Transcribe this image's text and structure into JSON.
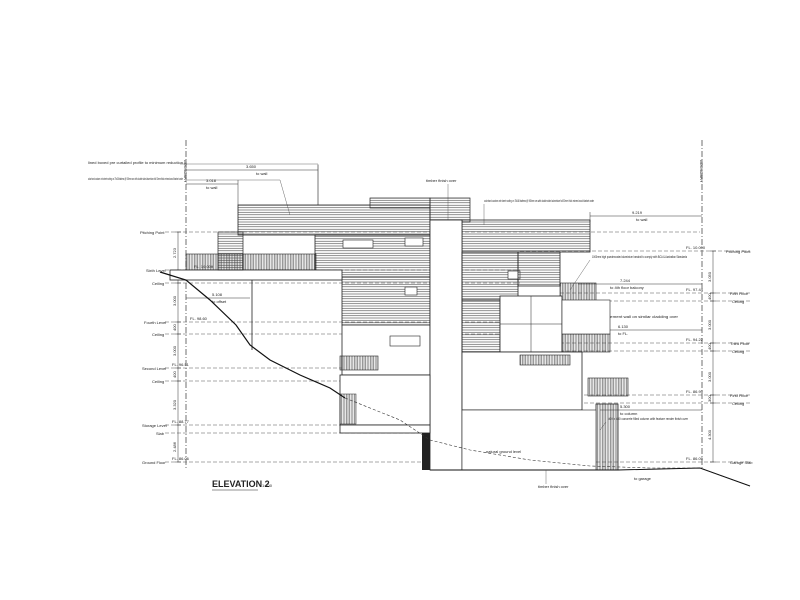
{
  "labels": {
    "boundary_left": "BOUNDARY",
    "boundary_right": "BOUNDARY",
    "title": "ELEVATION 2",
    "scale": "1:100",
    "natural_ground": "natural ground level",
    "timber_fin": "timber finish over",
    "to_garage": "to garage",
    "note_top_left": "lined boxed pre curtailed profile to minimum reduction",
    "note_roof_left": "colorbond custom orb sheet roofing on 75x38 battens @ 900mm crs with double sided aluminium foil 50mm thick mineral wool blanket under",
    "note_roof_right": "colorbond custom orb sheet roofing on 75x38 battens @ 900mm crs with double sided aluminium foil 50mm thick mineral wool blanket under",
    "note_balustrade": "1000mm high powdercoated aluminium handrail to comply with BCA & Australian Standards",
    "note_cladding": "cement wall on similar cladding over",
    "note_column": "400 x 400 concrete filled column with feature render finish over",
    "dim_3650": "3.650",
    "dim_3018": "3.018",
    "dim_9219": "9.219",
    "dim_7244": "7.244",
    "dim_5108": "5.108",
    "dim_6130": "6.130",
    "dim_5300": "5.300",
    "to_wall_1": "to wall",
    "to_wall_2": "to wall",
    "to_wall_3": "to wall",
    "to_4th_floor": "to 4th floor balcony",
    "to_offset": "to offset",
    "to_fl": "to FL.",
    "to_column": "to column",
    "level_pitching_left": "Pitching Point",
    "level_sixth": "Sixth Level",
    "level_ceiling_1": "Ceiling",
    "level_fourth": "Fourth Level",
    "level_ceiling_2": "Ceiling",
    "level_second": "Second Level",
    "level_ceiling_3": "Ceiling",
    "level_storage": "Storage Level",
    "level_slab": "Slab",
    "level_ground": "Ground Floor",
    "level_pitching_right": "Pitching Point",
    "level_fifth": "Fifth Floor",
    "level_ceiling_r1": "Ceiling",
    "level_third": "Third Floor",
    "level_ceiling_r2": "Ceiling",
    "level_first": "First Floor",
    "level_ceiling_r3": "Ceiling",
    "level_garage": "Garage Slab",
    "fl_1": "FL. 10.000",
    "fl_2": "FL. 98.60",
    "fl_3": "FL. 96.51",
    "fl_4": "FL. 88.77",
    "fl_5": "FL. 86.06",
    "fl_r1": "FL. 10.000",
    "fl_r2": "FL. 97.44",
    "fl_r3": "FL. 94.22",
    "fl_r4": "FL. 86.99",
    "fl_r5": "FL. 86.09",
    "vd_1": "2.723",
    "vd_2": "400",
    "vd_3": "3.000",
    "vd_4": "400",
    "vd_5": "3.000",
    "vd_6": "400",
    "vd_7": "3.320",
    "vd_8": "2.486",
    "vd_r1": "3.050",
    "vd_r2": "400",
    "vd_r3": "3.000",
    "vd_r4": "400",
    "vd_r5": "3.000",
    "vd_r6": "300",
    "vd_r7": "4.300"
  }
}
